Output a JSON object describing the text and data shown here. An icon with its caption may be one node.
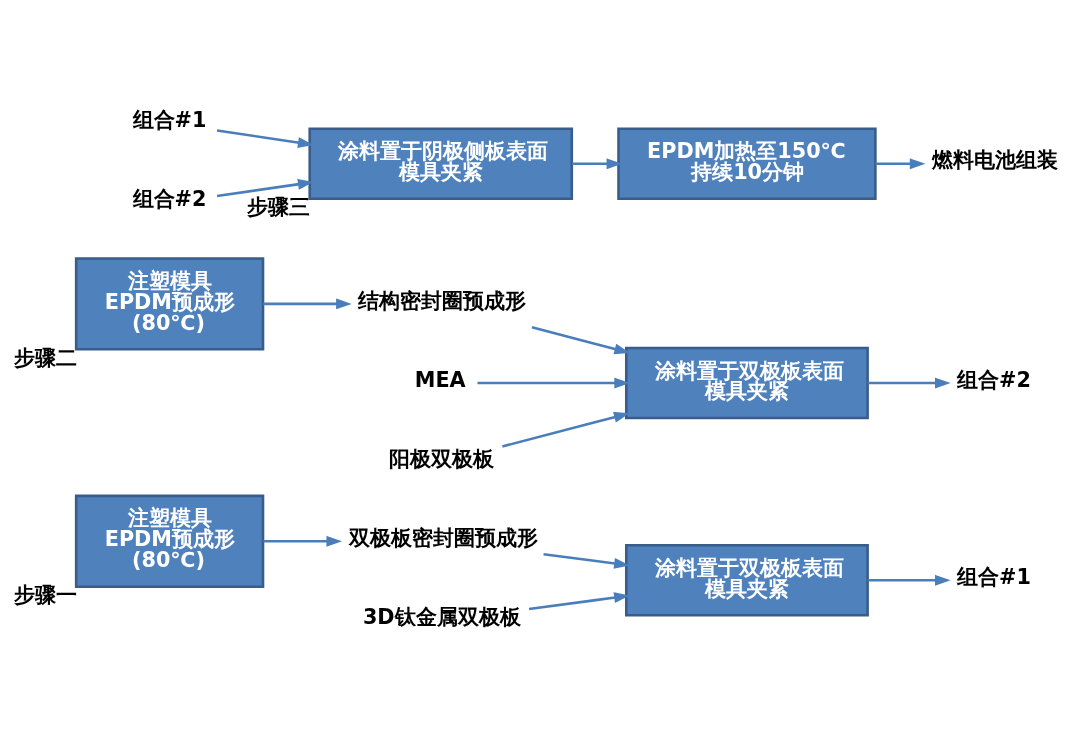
{
  "diagram": {
    "nodes": [
      {
        "text": [
          "步骤一",
          "注塑模具",
          "EPDM预成形",
          "(80℃)"
        ]
      },
      {
        "text": [
          "双极板密封圈预成形"
        ]
      },
      {
        "text": [
          "3D钛金属双极板"
        ]
      },
      {
        "text": [
          "涂料置于双极板表面",
          "模具夹紧"
        ]
      },
      {
        "text": [
          "组合#1"
        ]
      },
      {
        "text": [
          "步骤二",
          "注塑模具",
          "EPDM预成形",
          "(80℃)"
        ]
      },
      {
        "text": [
          "结构密封圈预成形"
        ]
      },
      {
        "text": [
          "MEA"
        ]
      },
      {
        "text": [
          "阳极双极板"
        ]
      },
      {
        "text": [
          "涂料置于双极板表面",
          "模具夹紧"
        ]
      },
      {
        "text": [
          "组合#2"
        ]
      },
      {
        "text": [
          "组合#1"
        ]
      },
      {
        "text": [
          "步骤三",
          "涂料置于阴极侧板表面",
          "模具夹紧"
        ]
      },
      {
        "text": [
          "组合#2"
        ]
      },
      {
        "text": [
          "EPDM加热至150℃",
          "持续10分钟"
        ]
      },
      {
        "text": [
          "燃料电池组装"
        ]
      }
    ],
    "edges": [
      {
        "from": 0,
        "to": 1,
        "arrow": "to"
      },
      {
        "from": 1,
        "to": 3,
        "arrow": "to"
      },
      {
        "from": 2,
        "to": 3,
        "arrow": "to"
      },
      {
        "from": 3,
        "to": 4,
        "arrow": "to"
      },
      {
        "from": 5,
        "to": 6,
        "arrow": "to"
      },
      {
        "from": 6,
        "to": 9,
        "arrow": "to"
      },
      {
        "from": 7,
        "to": 9,
        "arrow": "to"
      },
      {
        "from": 8,
        "to": 9,
        "arrow": "to"
      },
      {
        "from": 9,
        "to": 10,
        "arrow": "to"
      },
      {
        "from": 11,
        "to": 12,
        "arrow": "to"
      },
      {
        "from": 13,
        "to": 12,
        "arrow": "to"
      },
      {
        "from": 12,
        "to": 14,
        "arrow": "to"
      },
      {
        "from": 14,
        "to": 15,
        "arrow": "to"
      }
    ]
  }
}
